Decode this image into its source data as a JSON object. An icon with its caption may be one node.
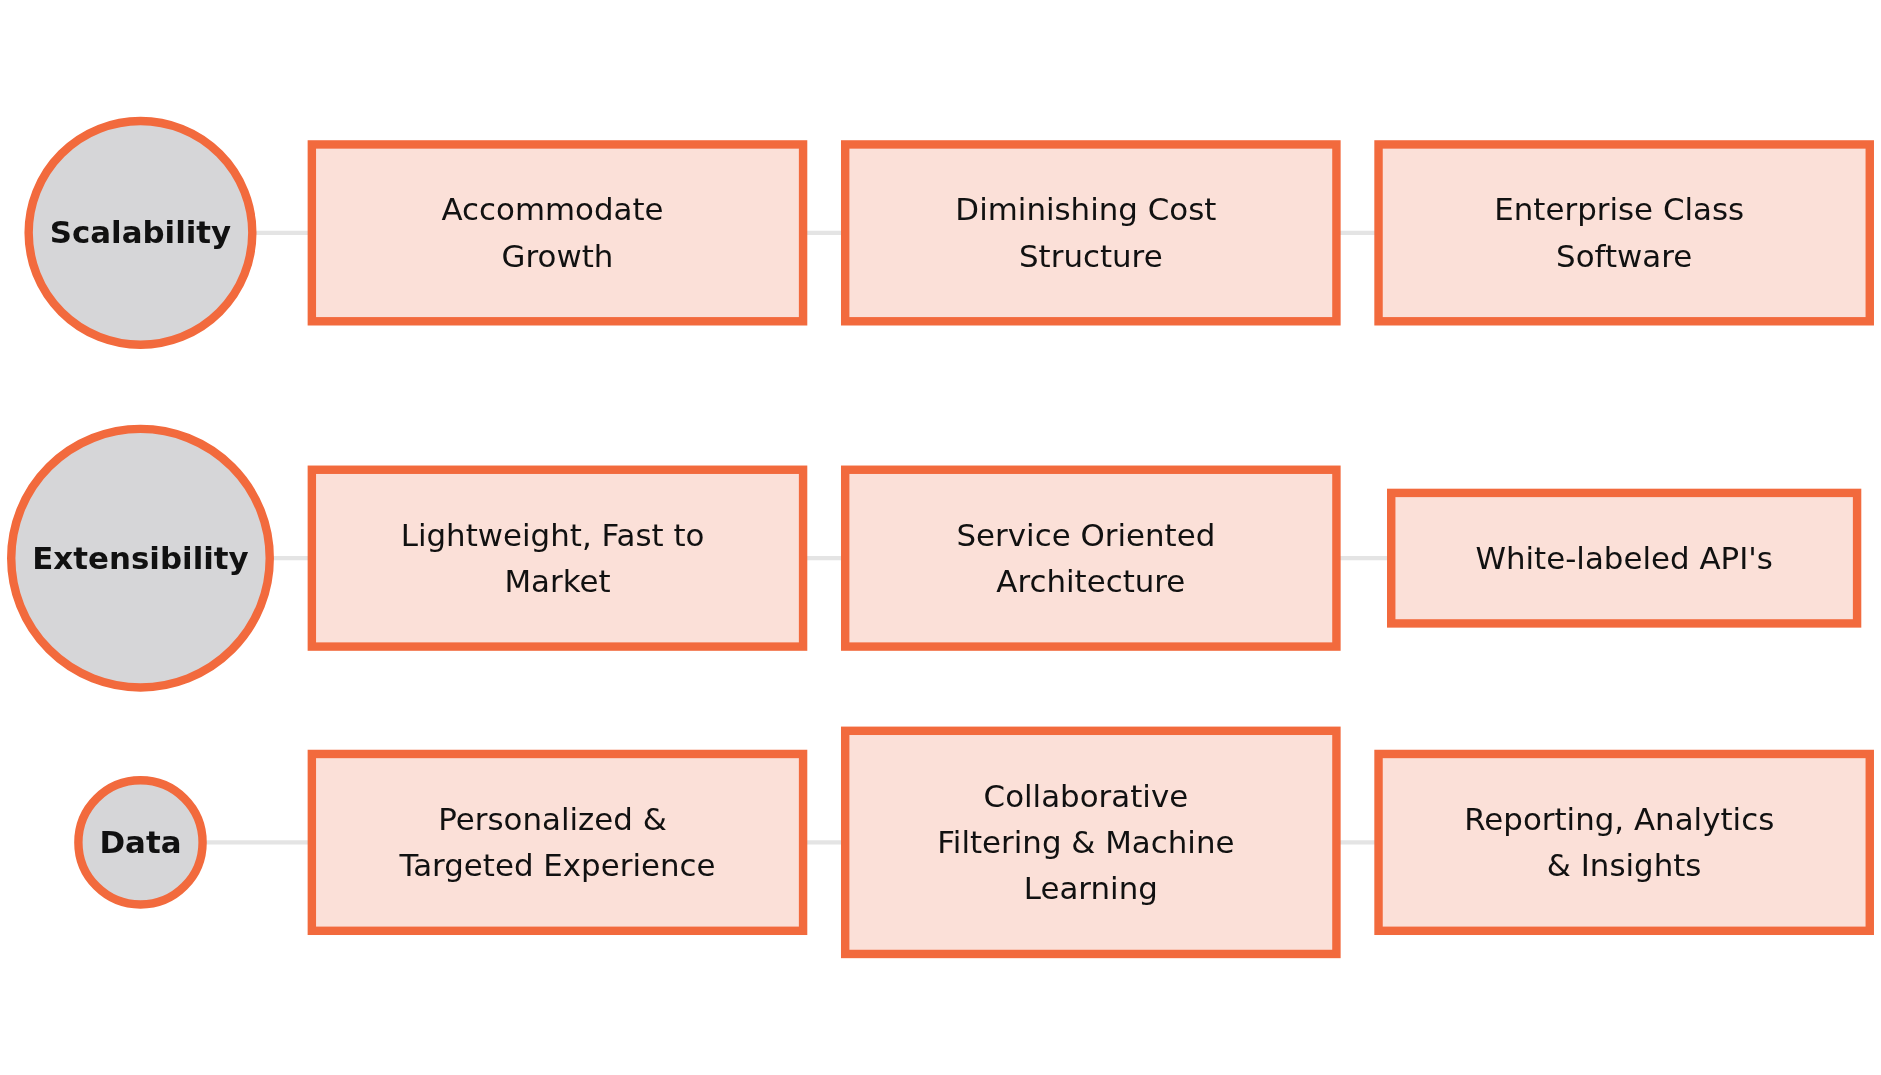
{
  "diagram": {
    "nodes": [
      {
        "text": [
          "Scalability"
        ]
      },
      {
        "text": [
          "Accommodate Growth"
        ]
      },
      {
        "text": [
          "Diminishing Cost Structure"
        ]
      },
      {
        "text": [
          "Enterprise Class Software"
        ]
      },
      {
        "text": [
          "Extensibility"
        ]
      },
      {
        "text": [
          "Lightweight, Fast to Market"
        ]
      },
      {
        "text": [
          "Service Oriented Architecture"
        ]
      },
      {
        "text": [
          "White-labeled API's"
        ]
      },
      {
        "text": [
          "Data"
        ]
      },
      {
        "text": [
          "Personalized & Targeted Experience"
        ]
      },
      {
        "text": [
          "Collaborative Filtering & Machine Learning"
        ]
      },
      {
        "text": [
          "Reporting, Analytics & Insights"
        ]
      }
    ],
    "edges": [
      {
        "from": 0,
        "to": 1,
        "arrow": "none"
      },
      {
        "from": 1,
        "to": 2,
        "arrow": "none"
      },
      {
        "from": 2,
        "to": 3,
        "arrow": "none"
      },
      {
        "from": 4,
        "to": 5,
        "arrow": "none"
      },
      {
        "from": 5,
        "to": 6,
        "arrow": "none"
      },
      {
        "from": 6,
        "to": 7,
        "arrow": "none"
      },
      {
        "from": 8,
        "to": 9,
        "arrow": "none"
      },
      {
        "from": 9,
        "to": 10,
        "arrow": "none"
      },
      {
        "from": 10,
        "to": 11,
        "arrow": "none"
      }
    ]
  }
}
